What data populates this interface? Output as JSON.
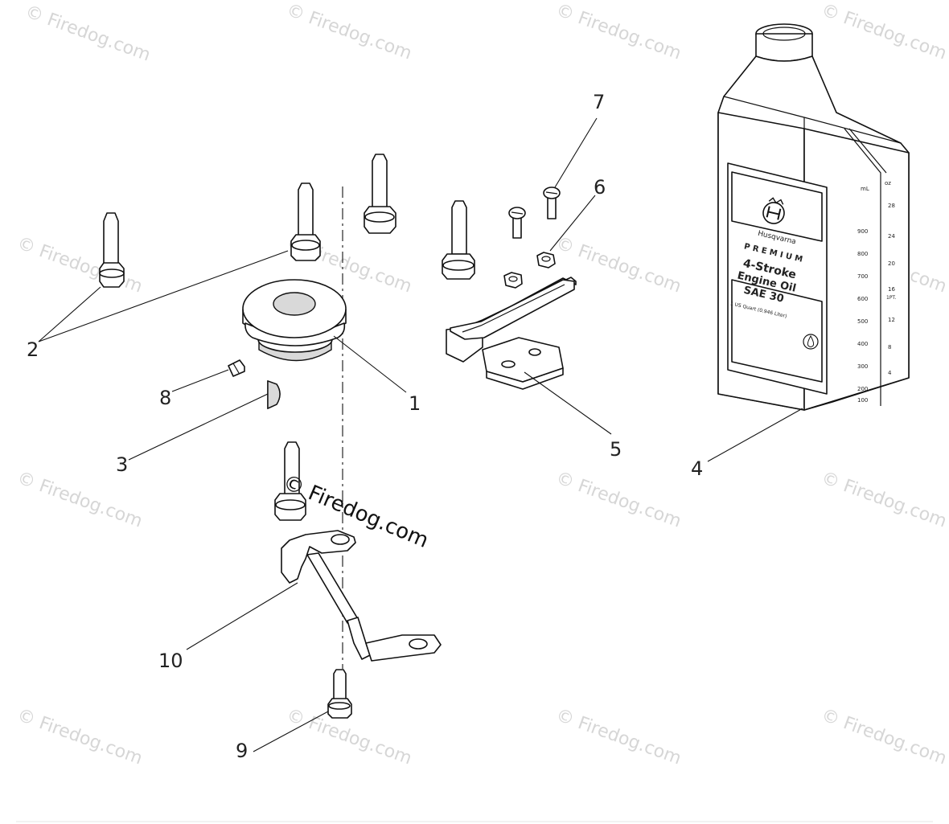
{
  "watermark": {
    "text": "© Firedog.com",
    "center_text": "© Firedog.com"
  },
  "callouts": [
    "1",
    "2",
    "3",
    "4",
    "5",
    "6",
    "7",
    "8",
    "9",
    "10"
  ],
  "bottle": {
    "brand": "Husqvarna",
    "premium": "P R E M I U M",
    "line1": "4-Stroke",
    "line2": "Engine Oil",
    "line3": "SAE 30",
    "volume": "1 US Quart (0.946 Liter)",
    "ml_header": "mL",
    "oz_header": "oz",
    "ml_scale": [
      "900",
      "800",
      "700",
      "600",
      "500",
      "400",
      "300",
      "200",
      "100"
    ],
    "oz_scale": [
      "28",
      "24",
      "20",
      "16",
      "12",
      "8",
      "4"
    ],
    "oz_note": "1PT."
  }
}
